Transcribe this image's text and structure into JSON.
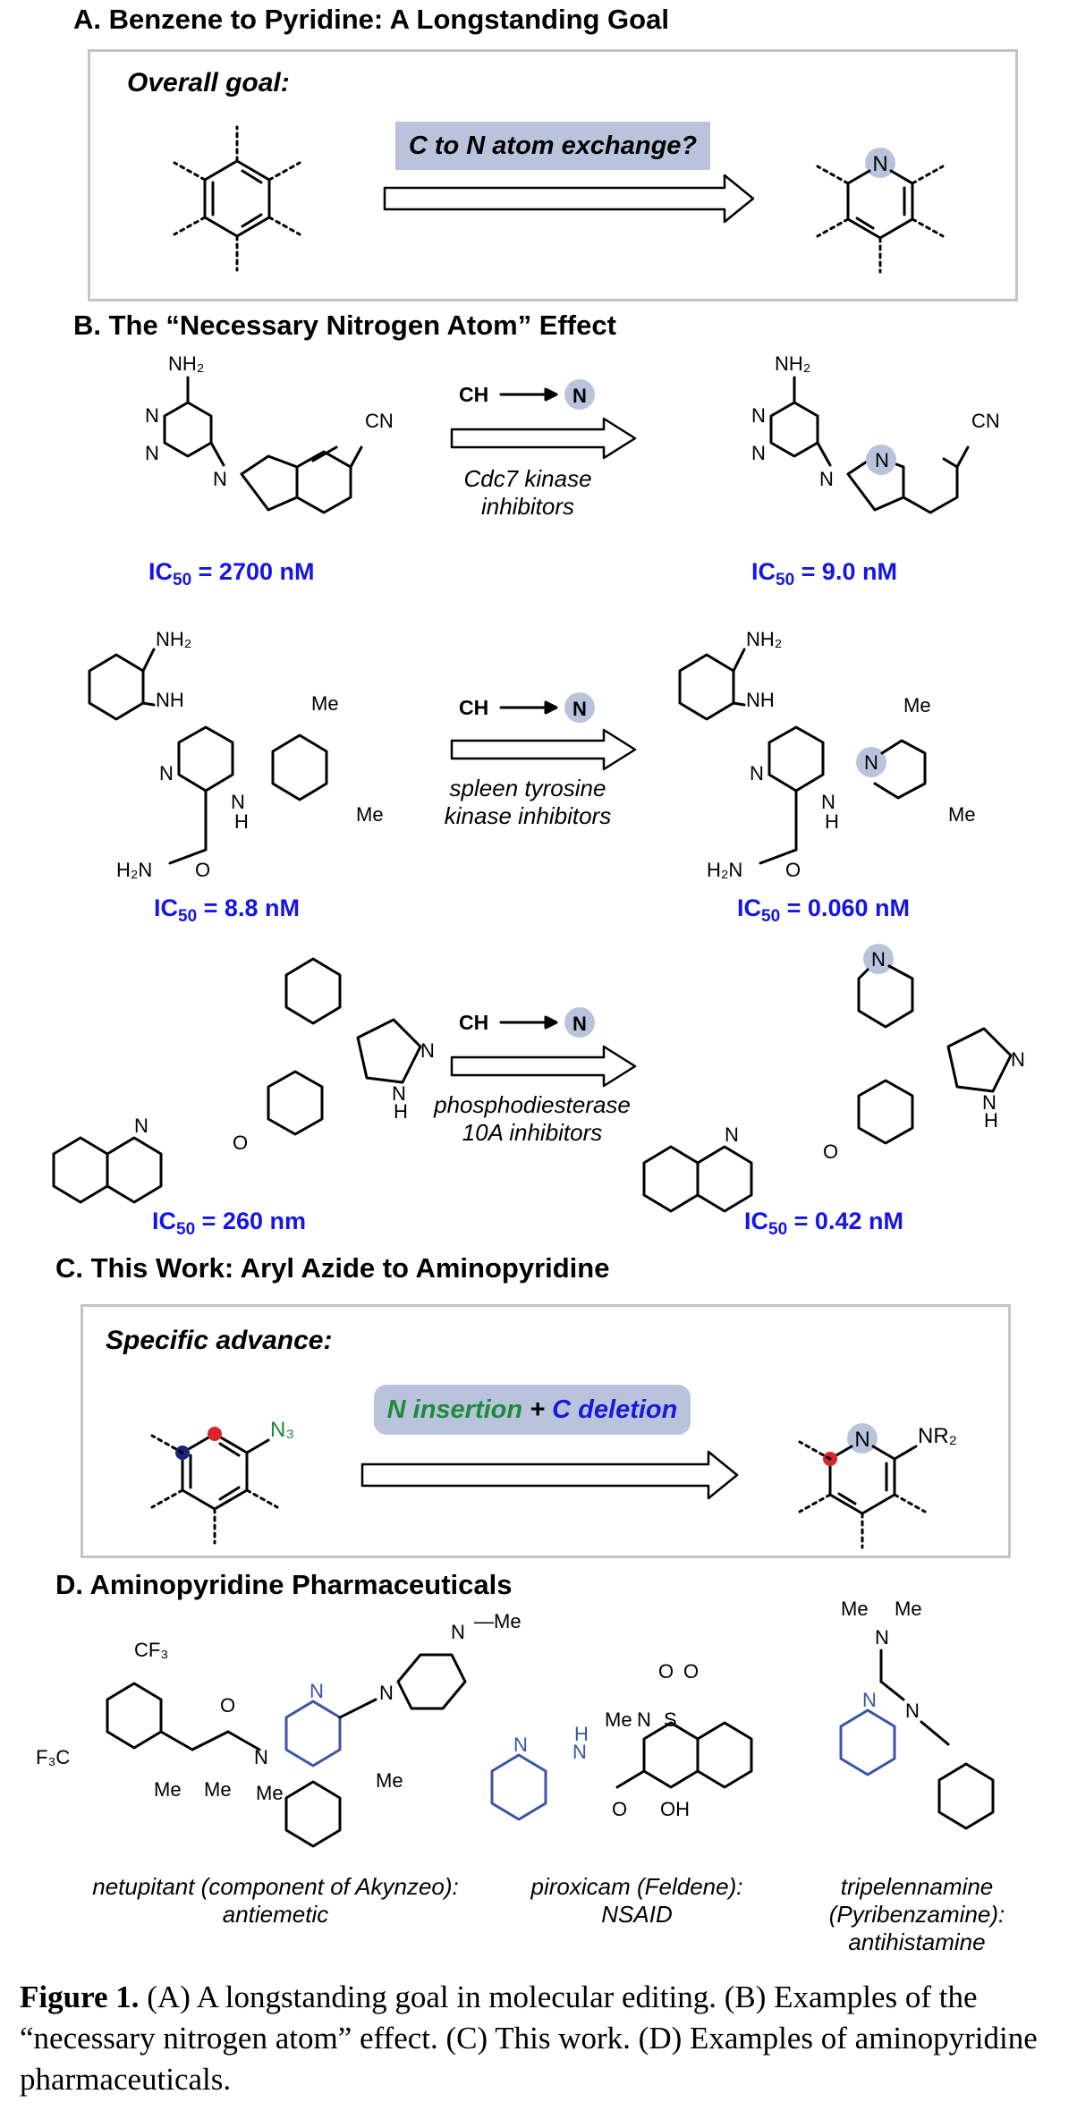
{
  "section_a": {
    "title": "A. Benzene to Pyridine: A Longstanding Goal",
    "goal_label": "Overall goal:",
    "transformation": "C to N atom exchange?"
  },
  "section_b": {
    "title": "B. The “Necessary Nitrogen Atom” Effect",
    "rows": [
      {
        "label": "Cdc7 kinase inhibitors",
        "label_lines": [
          "Cdc7 kinase",
          "inhibitors"
        ],
        "ic50_before": "= 2700 nM",
        "ic50_after": "= 9.0 nM"
      },
      {
        "label": "spleen tyrosine kinase inhibitors",
        "label_lines": [
          "spleen tyrosine",
          "kinase inhibitors"
        ],
        "ic50_before": "= 8.8 nM",
        "ic50_after": "= 0.060 nM"
      },
      {
        "label": "phosphodiesterase 10A inhibitors",
        "label_lines": [
          "phosphodiesterase",
          "10A inhibitors"
        ],
        "ic50_before": "= 260 nm",
        "ic50_after": "= 0.42 nM"
      }
    ],
    "ch_label": "CH",
    "n_label": "N",
    "ic50_prefix": "IC",
    "ic50_subscript": "50"
  },
  "section_c": {
    "title": "C. This Work: Aryl Azide to Aminopyridine",
    "goal_label": "Specific advance:",
    "pill_part1": "N insertion",
    "pill_plus": " + ",
    "pill_part2": "C deletion",
    "pill_part1_color": "#1f8a3a",
    "pill_part2_color": "#1a1ad6"
  },
  "section_d": {
    "title": "D. Aminopyridine Pharmaceuticals",
    "drugs": [
      {
        "name": "netupitant (component of Akynzeo):",
        "class": "antiemetic"
      },
      {
        "name": "piroxicam (Feldene):",
        "class": "NSAID"
      },
      {
        "name_line1": "tripelennamine",
        "name_line2": "(Pyribenzamine):",
        "class": "antihistamine"
      }
    ]
  },
  "caption": {
    "label": "Figure 1.",
    "text": " (A) A longstanding goal in molecular editing. (B) Examples of the “necessary nitrogen atom” effect. (C) This work. (D) Examples of aminopyridine pharmaceuticals."
  },
  "colors": {
    "ic50": "#1515e6",
    "pill": "#b9c4dc",
    "highlight_circle": "#b9c4dc",
    "pyridine_blue": "#3a55a6",
    "red_dot": "#d8262e",
    "navy_dot": "#1a237e"
  }
}
